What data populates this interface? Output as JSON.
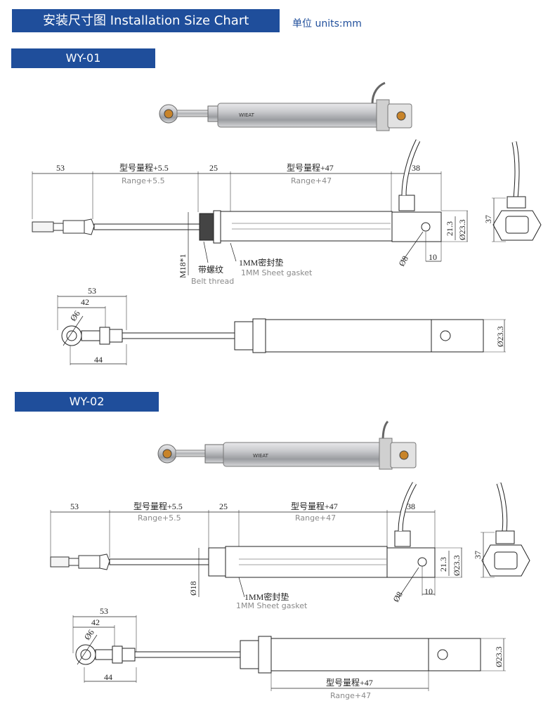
{
  "header": {
    "title": "安装尺寸图 Installation Size Chart",
    "units": "单位 units:mm"
  },
  "sections": [
    {
      "label": "WY-01",
      "dims": {
        "d53": "53",
        "range55_cn": "型号量程+5.5",
        "range55_en": "Range+5.5",
        "d25": "25",
        "range47_cn": "型号量程+47",
        "range47_en": "Range+47",
        "d38": "38",
        "d37": "37",
        "d21_3": "21.3",
        "d23_3": "Ø23.3",
        "d8": "Ø8",
        "d10": "10",
        "m18": "M18*1",
        "thread_cn": "带螺纹",
        "thread_en": "Belt thread",
        "gasket_cn": "1MM密封垫",
        "gasket_en": "1MM Sheet gasket",
        "b53": "53",
        "b42": "42",
        "b6": "Ø6",
        "b44": "44",
        "b23_3": "Ø23.3"
      }
    },
    {
      "label": "WY-02",
      "dims": {
        "d53": "53",
        "range55_cn": "型号量程+5.5",
        "range55_en": "Range+5.5",
        "d25": "25",
        "range47_cn": "型号量程+47",
        "range47_en": "Range+47",
        "d38": "38",
        "d37": "37",
        "d21_3": "21.3",
        "d23_3": "Ø23.3",
        "d8": "Ø8",
        "d10": "10",
        "d18": "Ø18",
        "gasket_cn": "1MM密封垫",
        "gasket_en": "1MM Sheet gasket",
        "b53": "53",
        "b42": "42",
        "b6": "Ø6",
        "b44": "44",
        "b23_3": "Ø23.3",
        "brange_cn": "型号量程+47",
        "brange_en": "Range+47"
      }
    }
  ],
  "colors": {
    "header_bg": "#1f4e9b",
    "header_text": "#ffffff",
    "units_text": "#1f4e9b"
  }
}
